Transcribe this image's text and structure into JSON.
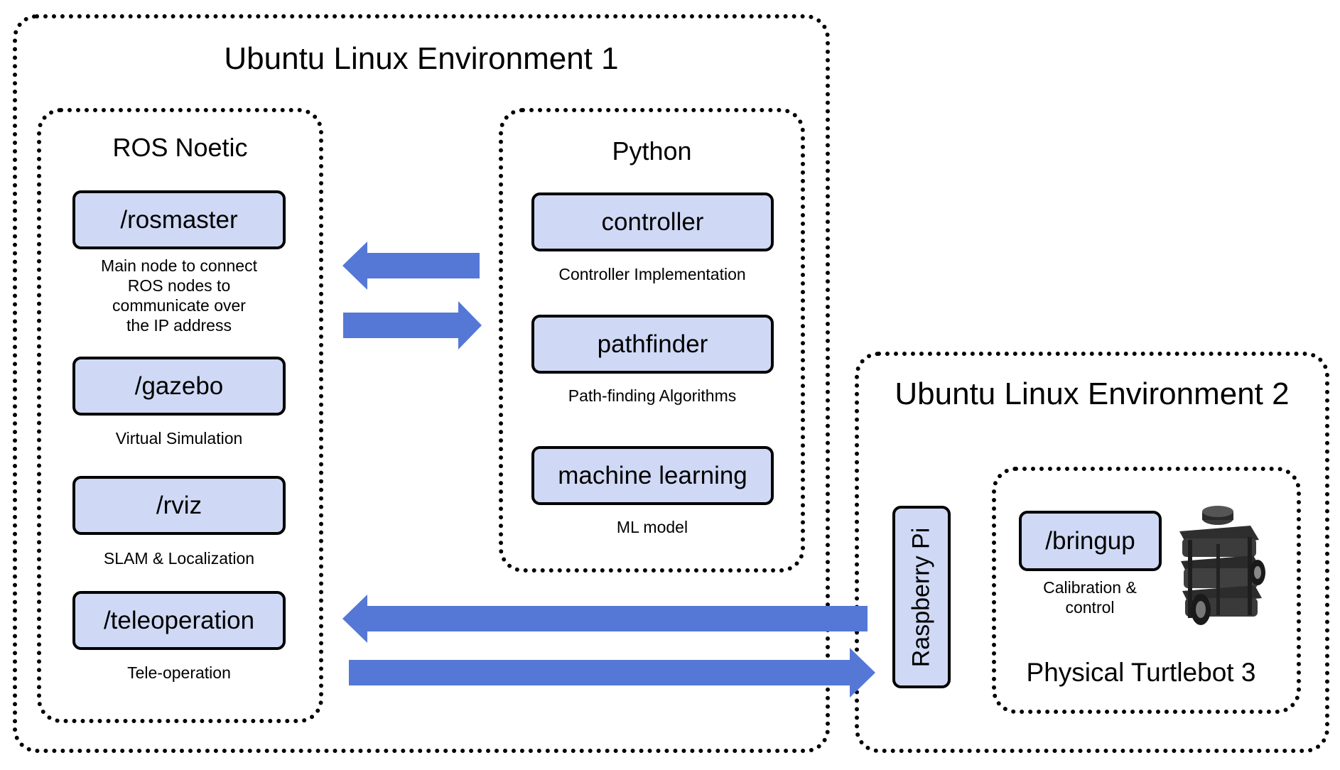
{
  "env1": {
    "title": "Ubuntu Linux Environment 1"
  },
  "env2": {
    "title": "Ubuntu Linux Environment 2"
  },
  "ros": {
    "title": "ROS Noetic",
    "nodes": [
      {
        "label": "/rosmaster",
        "description": "Main node to connect\nROS nodes to\ncommunicate over\nthe IP address"
      },
      {
        "label": "/gazebo",
        "description": "Virtual Simulation"
      },
      {
        "label": "/rviz",
        "description": "SLAM & Localization"
      },
      {
        "label": "/teleoperation",
        "description": "Tele-operation"
      }
    ]
  },
  "python": {
    "title": "Python",
    "nodes": [
      {
        "label": "controller",
        "description": "Controller Implementation"
      },
      {
        "label": "pathfinder",
        "description": "Path-finding Algorithms"
      },
      {
        "label": "machine learning",
        "description": "ML model"
      }
    ]
  },
  "raspberry_pi": {
    "label": "Raspberry Pi"
  },
  "turtlebot": {
    "title": "Physical Turtlebot 3",
    "node": {
      "label": "/bringup",
      "description": "Calibration &\ncontrol"
    }
  },
  "colors": {
    "node_fill": "#cfd9f5",
    "arrow": "#5578d6",
    "border": "#000000"
  },
  "icons": {
    "robot": "turtlebot-robot-icon"
  }
}
